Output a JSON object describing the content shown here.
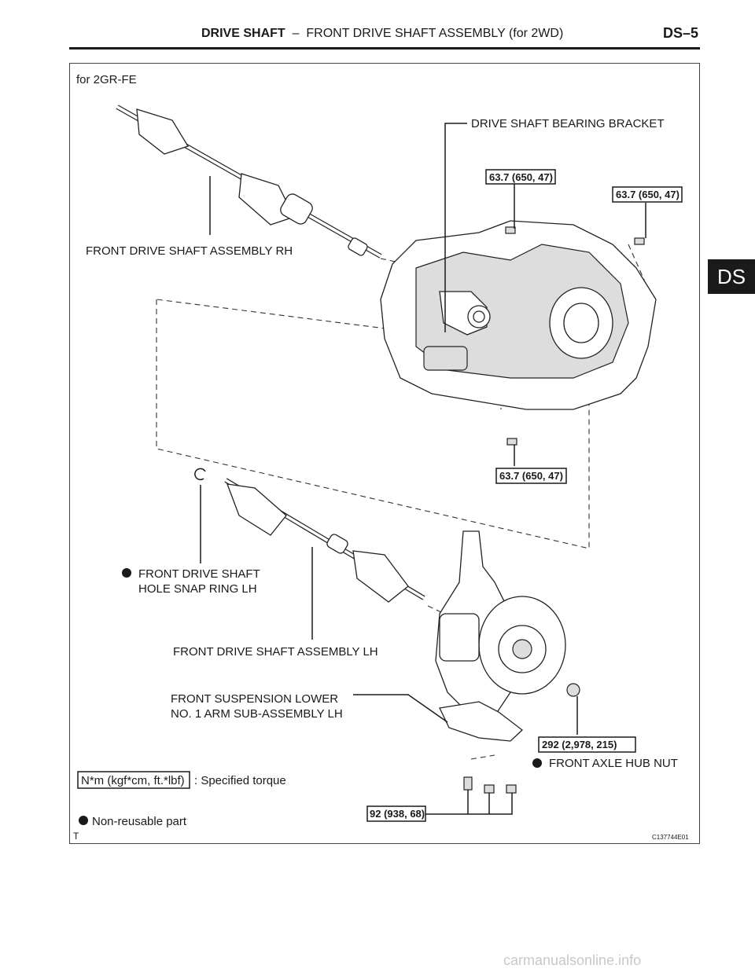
{
  "header": {
    "section_title": "DRIVE SHAFT",
    "section_dash": "–",
    "section_subtitle": "FRONT DRIVE SHAFT ASSEMBLY (for 2WD)",
    "page_number": "DS–5"
  },
  "side_tab": "DS",
  "figure": {
    "variant_label": "for 2GR-FE",
    "corner_letter": "T",
    "figure_code": "C137744E01",
    "labels": {
      "bearing_bracket": "DRIVE SHAFT BEARING BRACKET",
      "shaft_rh": "FRONT DRIVE SHAFT ASSEMBLY RH",
      "snap_ring_line1": "FRONT DRIVE SHAFT",
      "snap_ring_line2": "HOLE SNAP RING LH",
      "shaft_lh": "FRONT DRIVE SHAFT ASSEMBLY LH",
      "lower_arm_line1": "FRONT SUSPENSION LOWER",
      "lower_arm_line2": "NO. 1 ARM SUB-ASSEMBLY LH",
      "hub_nut": "FRONT AXLE HUB NUT"
    },
    "torques": {
      "bracket_bolt_top": "63.7 (650, 47)",
      "bracket_bolt_right": "63.7 (650, 47)",
      "bracket_bolt_bottom": "63.7 (650, 47)",
      "hub_nut": "292 (2,978, 215)",
      "lower_arm": "92 (938, 68)"
    },
    "legend": {
      "torque_unit": "N*m (kgf*cm, ft.*lbf)",
      "torque_desc": ": Specified torque",
      "nonreusable": "Non-reusable part"
    }
  },
  "watermark": "carmanualsonline.info"
}
